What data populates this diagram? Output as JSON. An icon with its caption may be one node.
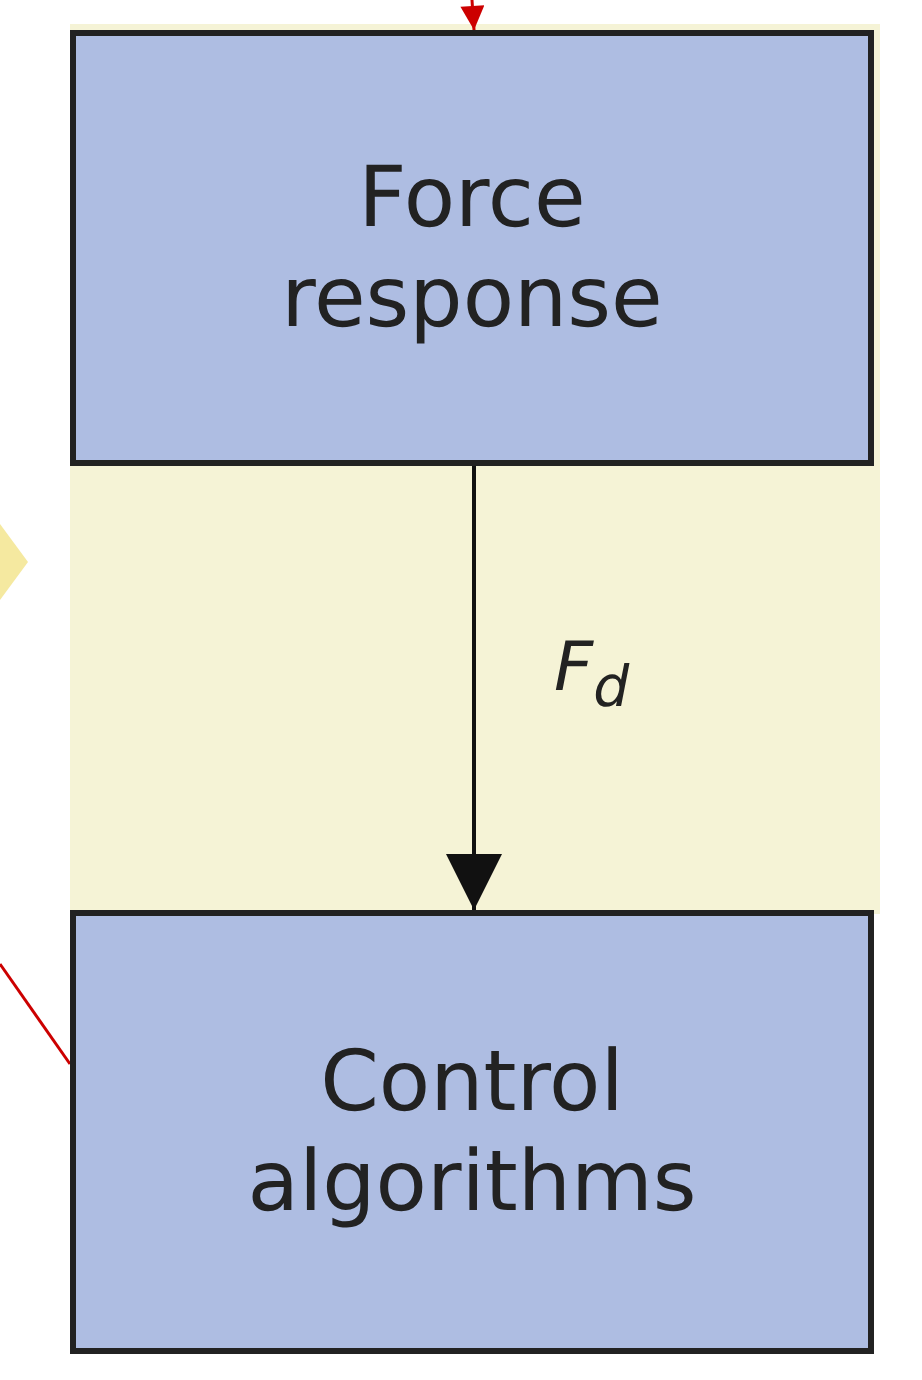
{
  "diagram": {
    "nodes": [
      {
        "text": [
          "Force response"
        ]
      },
      {
        "text": [
          "Control algorithms"
        ]
      }
    ],
    "edges": [
      {
        "from": null,
        "to": 0,
        "arrow": "to",
        "color": "#cc0000"
      },
      {
        "from": 0,
        "to": 1,
        "arrow": "to",
        "label": "F$_{d}$",
        "color": "#111111"
      },
      {
        "from": null,
        "to": 1,
        "arrow": "none",
        "color": "#cc0000"
      }
    ]
  }
}
